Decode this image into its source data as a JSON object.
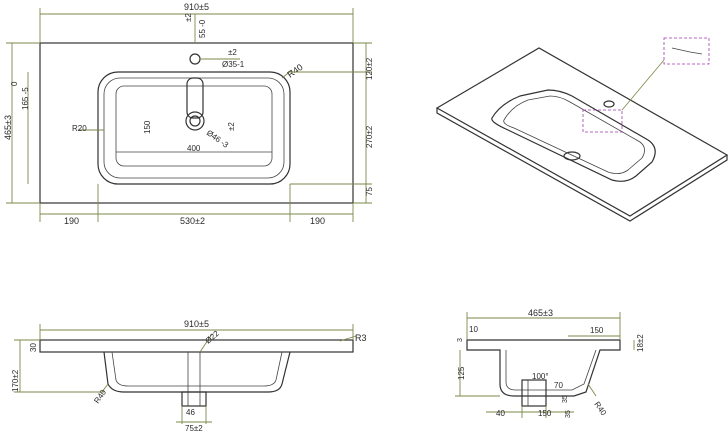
{
  "top_view": {
    "width_total": "910±5",
    "tap_offset_tol_plus": "±2",
    "tap_offset": "55 -0",
    "tap_hole_tol": "±2",
    "tap_hole": "Ø35-1",
    "corner_radius": "R40",
    "depth_total": "465±3",
    "basin_front_gap": "0",
    "basin_front": "165 -5",
    "back_margin": "120±2",
    "basin_depth": "270±2",
    "front_margin": "75",
    "inner_radius": "R20",
    "inner_dim_150": "150",
    "inner_dim_400": "400",
    "drain_tol": "±2",
    "drain": "Ø46 -3",
    "bottom_left": "190",
    "bottom_center": "530±2",
    "bottom_right": "190"
  },
  "front_view": {
    "width_total": "910±5",
    "drain_dia": "Ø22",
    "radius_r3": "R3",
    "slab": "30",
    "height": "170±2",
    "radius": "R40",
    "drain_w": "46",
    "drain_base": "75±2"
  },
  "side_view": {
    "depth_total": "465±3",
    "lip": "10",
    "lip2": "3",
    "top_150": "150",
    "right_18": "18±2",
    "height_125": "125",
    "angle": "100°",
    "dim_70": "70",
    "dim_35": "35",
    "radius": "R40",
    "bottom_40": "40",
    "bottom_150": "150",
    "bottom_35": "35"
  }
}
